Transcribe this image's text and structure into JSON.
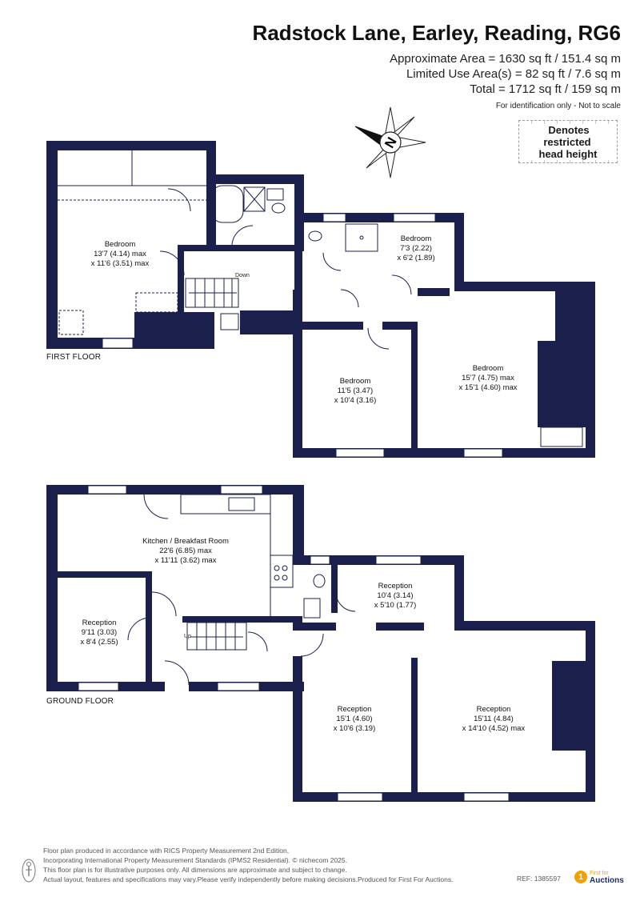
{
  "header": {
    "address": "Radstock Lane, Earley, Reading, RG6",
    "area_lines": [
      "Approximate Area = 1630 sq ft / 151.4 sq m",
      "Limited Use Area(s) = 82 sq ft / 7.6 sq m",
      "Total = 1712 sq ft / 159 sq m"
    ],
    "scale_note": "For identification only - Not to scale"
  },
  "legend": {
    "line1": "Denotes restricted",
    "line2": "head height"
  },
  "compass": {
    "letter": "N",
    "icon": "compass-rose-icon"
  },
  "colors": {
    "wall": "#1b1f4b",
    "text": "#1a1a1a",
    "brand_orange": "#f2a100",
    "brand_navy": "#1b2a5c"
  },
  "first_floor": {
    "label": "FIRST FLOOR",
    "stair_label": "Down",
    "rooms": [
      {
        "name": "Bedroom",
        "dim1": "13'7 (4.14) max",
        "dim2": "x 11'6 (3.51) max"
      },
      {
        "name": "Bedroom",
        "dim1": "7'3 (2.22)",
        "dim2": "x 6'2 (1.89)"
      },
      {
        "name": "Bedroom",
        "dim1": "11'5 (3.47)",
        "dim2": "x 10'4 (3.16)"
      },
      {
        "name": "Bedroom",
        "dim1": "15'7 (4.75) max",
        "dim2": "x 15'1 (4.60) max"
      }
    ]
  },
  "ground_floor": {
    "label": "GROUND FLOOR",
    "stair_label": "Up",
    "rooms": [
      {
        "name": "Kitchen / Breakfast Room",
        "dim1": "22'6 (6.85) max",
        "dim2": "x 11'11 (3.62) max"
      },
      {
        "name": "Reception",
        "dim1": "9'11 (3.03)",
        "dim2": "x 8'4 (2.55)"
      },
      {
        "name": "Reception",
        "dim1": "10'4 (3.14)",
        "dim2": "x 5'10 (1.77)"
      },
      {
        "name": "Reception",
        "dim1": "15'1 (4.60)",
        "dim2": "x 10'6 (3.19)"
      },
      {
        "name": "Reception",
        "dim1": "15'11 (4.84)",
        "dim2": "x 14'10 (4.52) max"
      }
    ]
  },
  "footer": {
    "lines": [
      "Floor plan produced in accordance with RICS Property Measurement 2nd Edition,",
      "Incorporating International Property Measurement Standards (IPMS2 Residential).  © nichecom 2025.",
      "This floor plan is for illustrative purposes only. All dimensions are approximate and subject to change.",
      "Actual layout, features and specifications may vary.Please verify independently before making decisions.Produced for First For Auctions."
    ],
    "ref": "REF: 1385597",
    "brand_top": "First for",
    "brand_bottom": "Auctions",
    "brand_icon_glyph": "1"
  }
}
